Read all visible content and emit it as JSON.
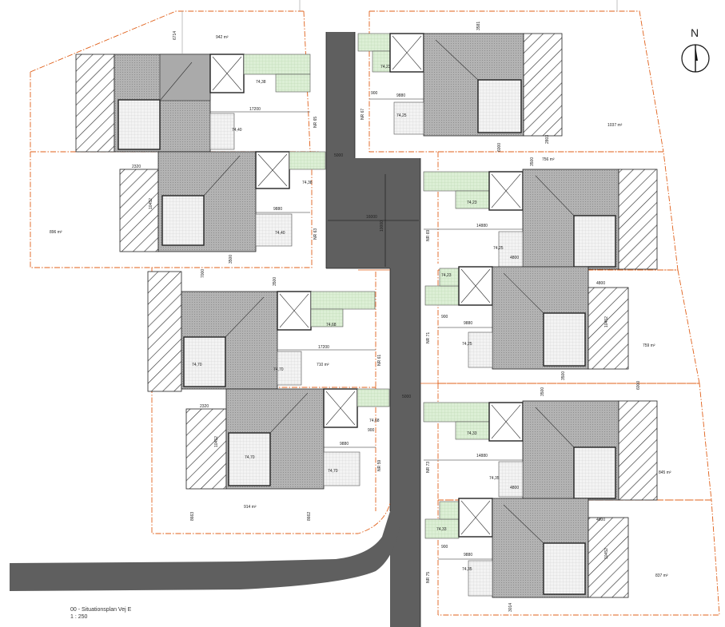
{
  "drawing": {
    "title": "00 - Situationsplan Vej E",
    "scale": "1 : 250",
    "north_label": "N"
  },
  "colors": {
    "boundary": "#e0601a",
    "road": "#5a5a5a",
    "terrace": "#d8ecd2",
    "roof": "#a8a8a8",
    "garden": "#e6e6e6"
  },
  "plots": {
    "nr65": {
      "nr": "NR 65",
      "area": "942 m²",
      "elev": "74,38",
      "elev2": "74,40",
      "dim_a": "17200",
      "dim_b": "6714"
    },
    "nr63": {
      "nr": "NR 63",
      "area": "896 m²",
      "elev": "74,38",
      "elev2": "74,40",
      "dim_a": "9880",
      "dim_b": "2320",
      "dim_c": "10452",
      "dim_d": "3500"
    },
    "nr61": {
      "nr": "NR 61",
      "area": "710 m²",
      "elev": "74,68",
      "elev2": "74,70",
      "elev3": "74,70",
      "dim_a": "17200",
      "dim_b": "7000",
      "dim_c": "3500"
    },
    "nr59": {
      "nr": "NR 59",
      "area": "914 m²",
      "elev": "74,68",
      "elev2": "74,70",
      "elev3": "74,70",
      "dim_a": "9880",
      "dim_b": "900",
      "dim_c": "2320",
      "dim_d": "10452",
      "dim_e": "8663",
      "dim_f": "8662"
    },
    "nr67": {
      "nr": "NR 67",
      "area": "1037 m²",
      "elev": "74,23",
      "elev2": "74,25",
      "dim_a": "9880",
      "dim_b": "900",
      "dim_c": "3581",
      "dim_d": "2803"
    },
    "nr69": {
      "nr": "NR 69",
      "area": "756 m²",
      "elev": "74,23",
      "elev2": "74,25",
      "dim_a": "14880",
      "dim_b": "4800",
      "dim_c": "6000",
      "dim_d": "3500"
    },
    "nr71": {
      "nr": "NR 71",
      "area": "759 m²",
      "elev": "74,23",
      "elev2": "74,25",
      "dim_a": "9880",
      "dim_b": "900",
      "dim_c": "4800",
      "dim_d": "10452",
      "dim_e": "3500"
    },
    "nr73": {
      "nr": "NR 73",
      "area": "845 m²",
      "elev": "74,33",
      "elev2": "74,35",
      "dim_a": "14880",
      "dim_b": "4800",
      "dim_c": "6000",
      "dim_d": "3500"
    },
    "nr75": {
      "nr": "NR 75",
      "area": "837 m²",
      "elev": "74,33",
      "elev2": "74,35",
      "dim_a": "9880",
      "dim_b": "900",
      "dim_c": "4800",
      "dim_d": "10452",
      "dim_e": "3014"
    }
  },
  "road": {
    "dim_width": "5000",
    "dim_width2": "5000",
    "dim_square": "16000",
    "dim_square2": "10000"
  }
}
